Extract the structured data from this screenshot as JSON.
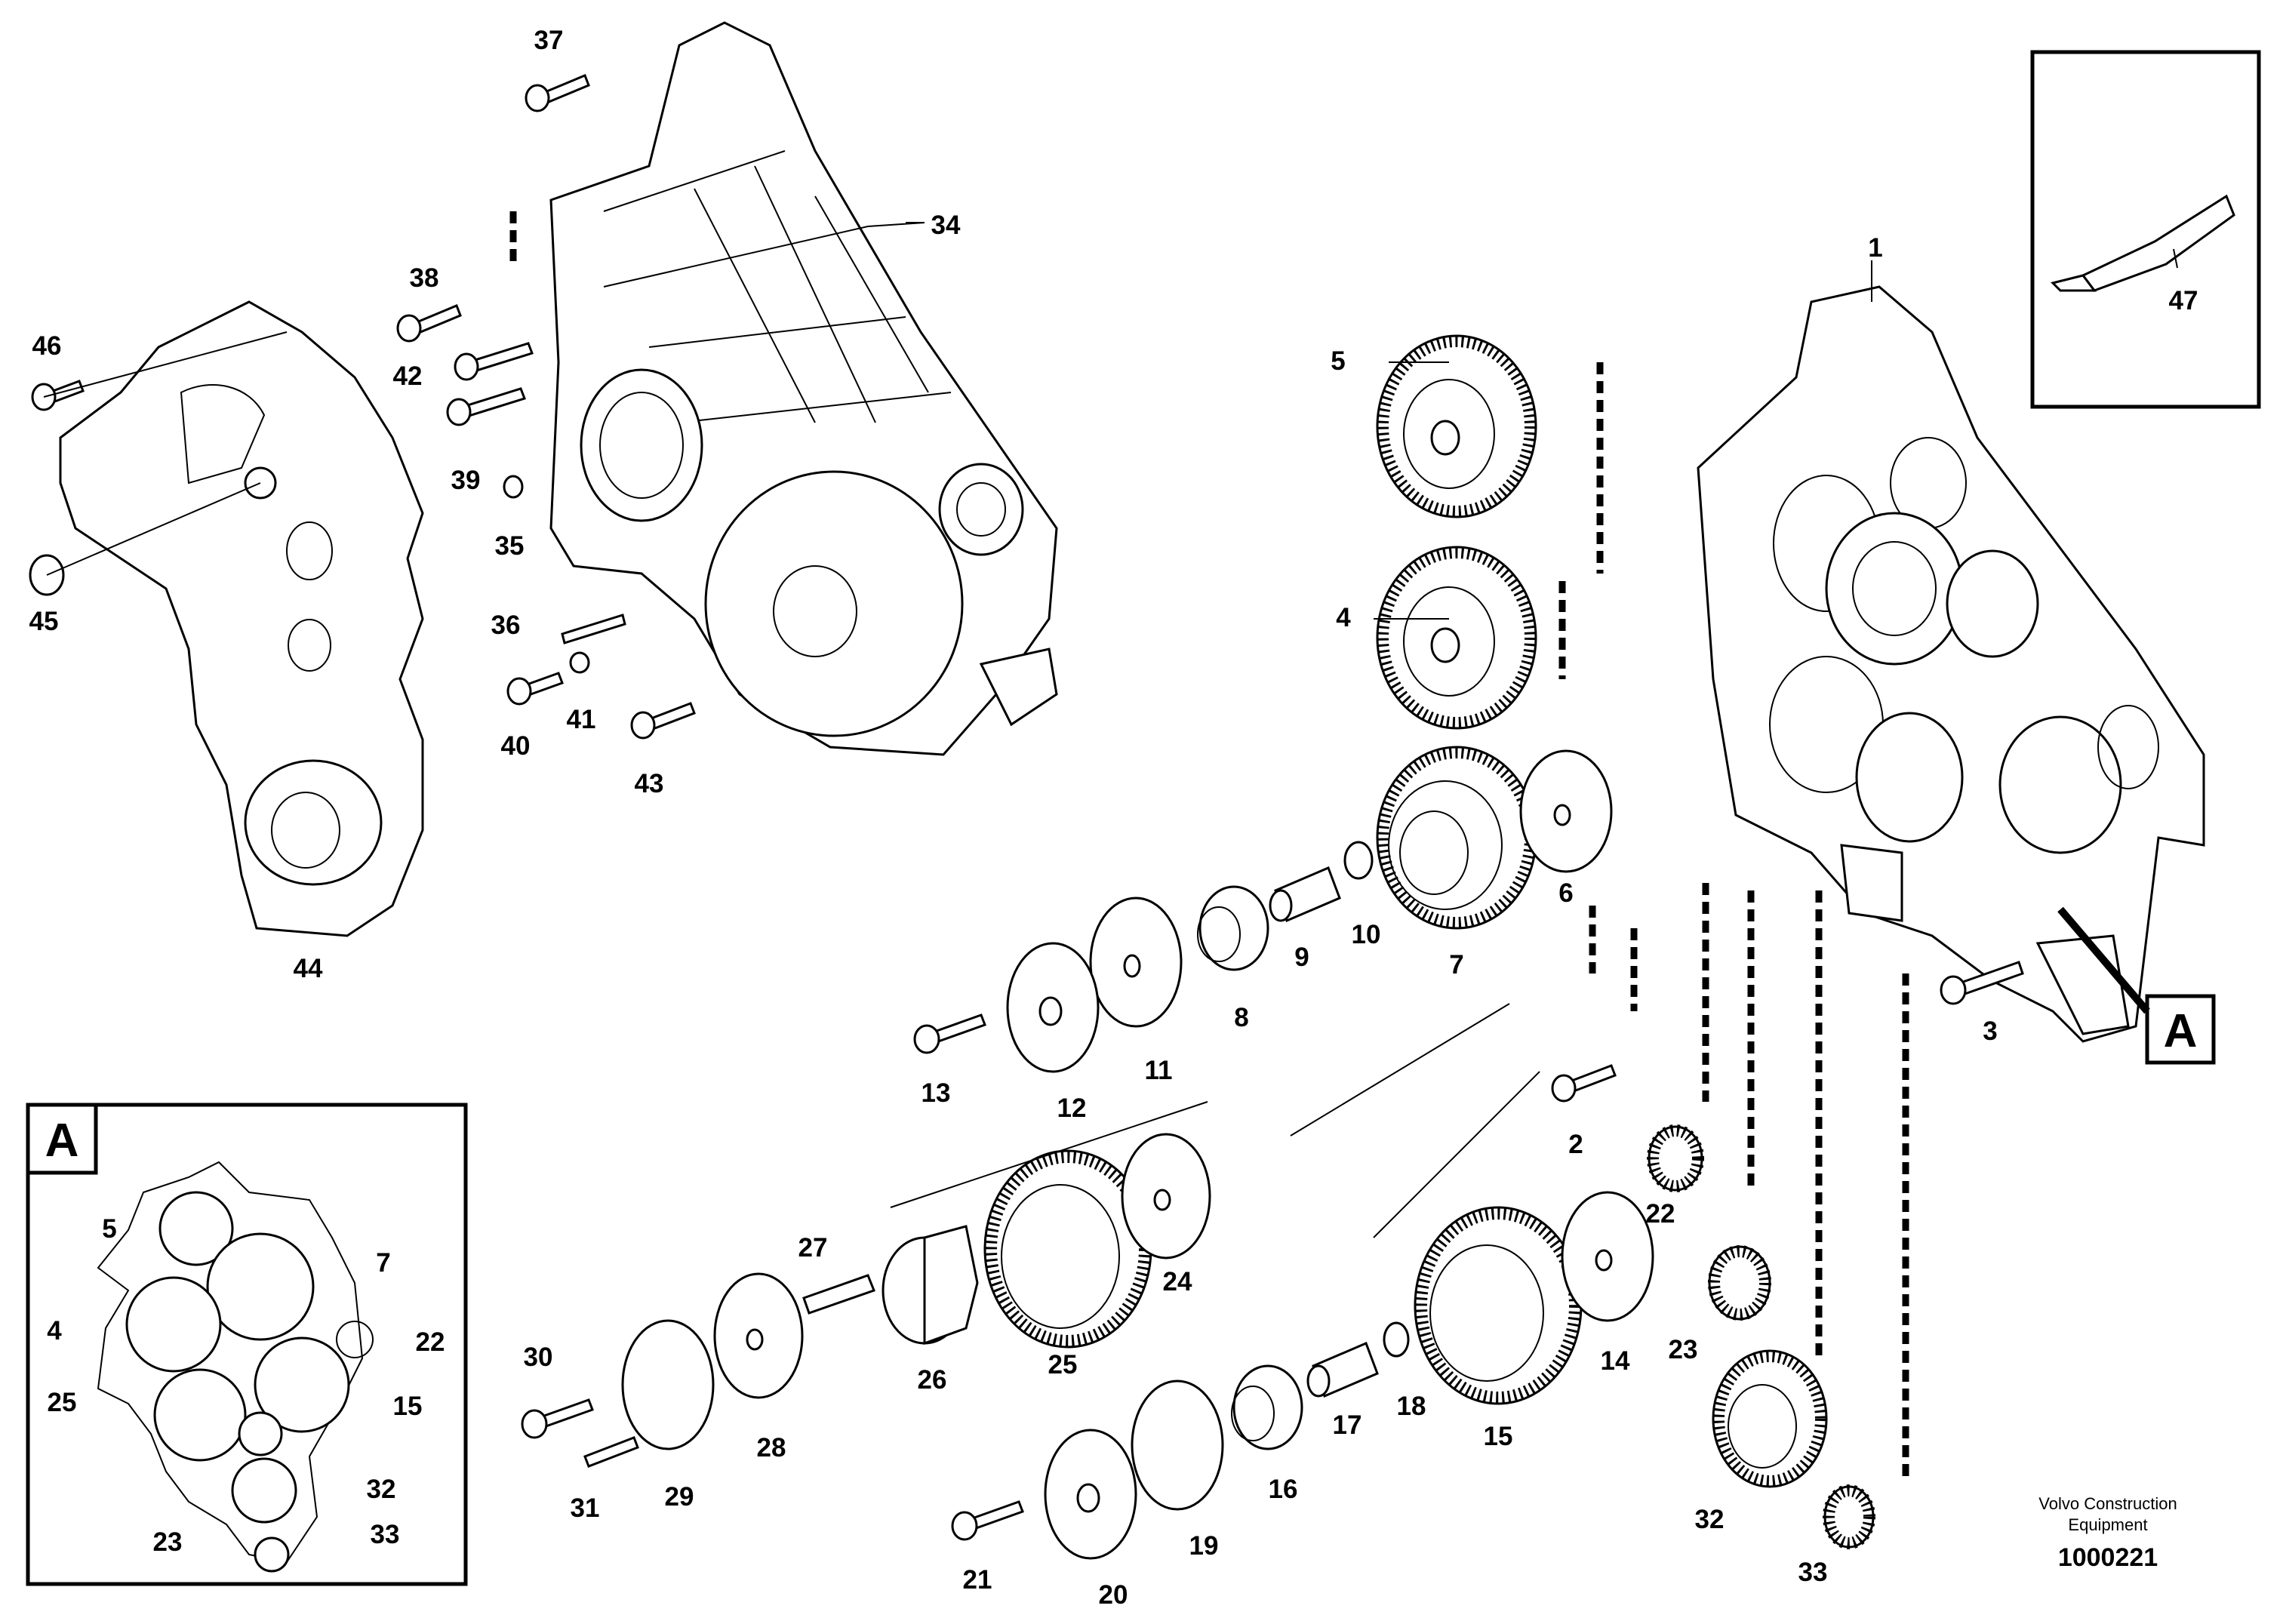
{
  "labels": [
    "1",
    "2",
    "3",
    "4",
    "5",
    "6",
    "7",
    "8",
    "9",
    "10",
    "11",
    "12",
    "13",
    "14",
    "15",
    "16",
    "17",
    "18",
    "19",
    "20",
    "21",
    "22",
    "23",
    "24",
    "25",
    "26",
    "27",
    "28",
    "29",
    "30",
    "31",
    "32",
    "33",
    "34",
    "35",
    "36",
    "37",
    "38",
    "39",
    "40",
    "41",
    "42",
    "43",
    "44",
    "45",
    "46",
    "47"
  ],
  "detail_labels": [
    "5",
    "7",
    "4",
    "22",
    "25",
    "15",
    "32",
    "23",
    "33"
  ],
  "callout_letter": "A",
  "detail_letter": "A",
  "publisher_line1": "Volvo Construction",
  "publisher_line2": "Equipment",
  "document_number": "1000221",
  "colors": {
    "line": "#000000",
    "background": "#ffffff"
  },
  "icons": [
    "sealant-tube-icon"
  ]
}
